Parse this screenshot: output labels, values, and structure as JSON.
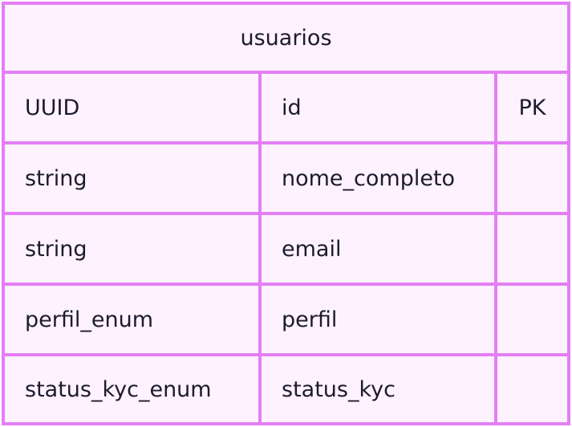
{
  "entity": {
    "name": "usuarios",
    "attributes": [
      {
        "type": "UUID",
        "name": "id",
        "key": "PK"
      },
      {
        "type": "string",
        "name": "nome_completo",
        "key": ""
      },
      {
        "type": "string",
        "name": "email",
        "key": ""
      },
      {
        "type": "perfil_enum",
        "name": "perfil",
        "key": ""
      },
      {
        "type": "status_kyc_enum",
        "name": "status_kyc",
        "key": ""
      }
    ]
  },
  "colors": {
    "border": "#e47ef5",
    "fill": "#fef2fe",
    "text": "#1c1b2e"
  }
}
